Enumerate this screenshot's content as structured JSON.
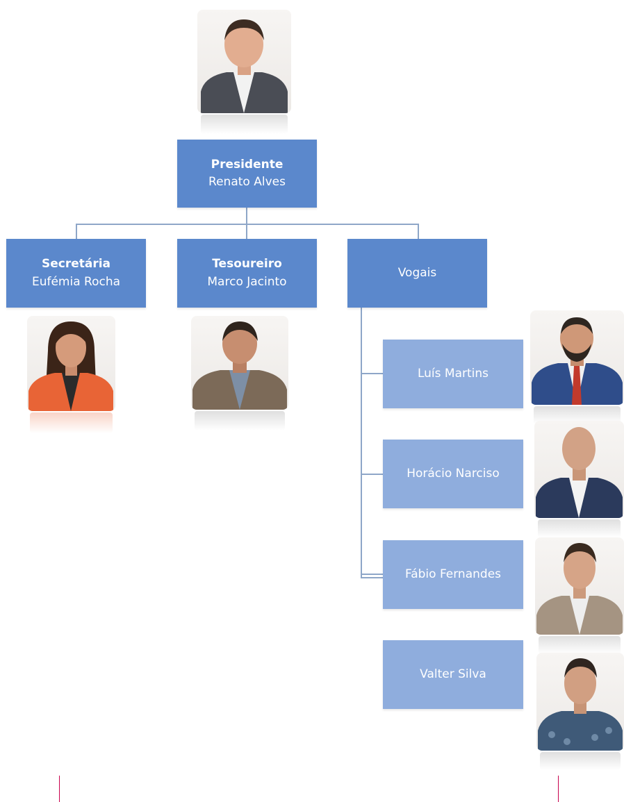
{
  "president": {
    "role": "Presidente",
    "name": "Renato Alves"
  },
  "secretaria": {
    "role": "Secretária",
    "name": "Eufémia Rocha"
  },
  "tesoureiro": {
    "role": "Tesoureiro",
    "name": "Marco Jacinto"
  },
  "vogais": {
    "title": "Vogais",
    "members": [
      "Luís Martins",
      "Horácio Narciso",
      "Fábio Fernandes",
      "Valter Silva"
    ]
  },
  "colors": {
    "box_dark": "#5b88cc",
    "box_light": "#8faddd",
    "connector": "#8ea6c8",
    "edge_mark": "#c8004d"
  }
}
